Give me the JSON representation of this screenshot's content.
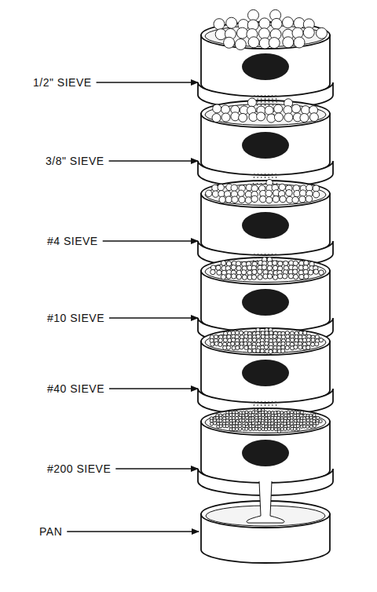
{
  "diagram": {
    "labels": [
      "1/2\" SIEVE",
      "3/8\" SIEVE",
      "#4 SIEVE",
      "#10 SIEVE",
      "#40 SIEVE",
      "#200 SIEVE",
      "PAN"
    ]
  }
}
